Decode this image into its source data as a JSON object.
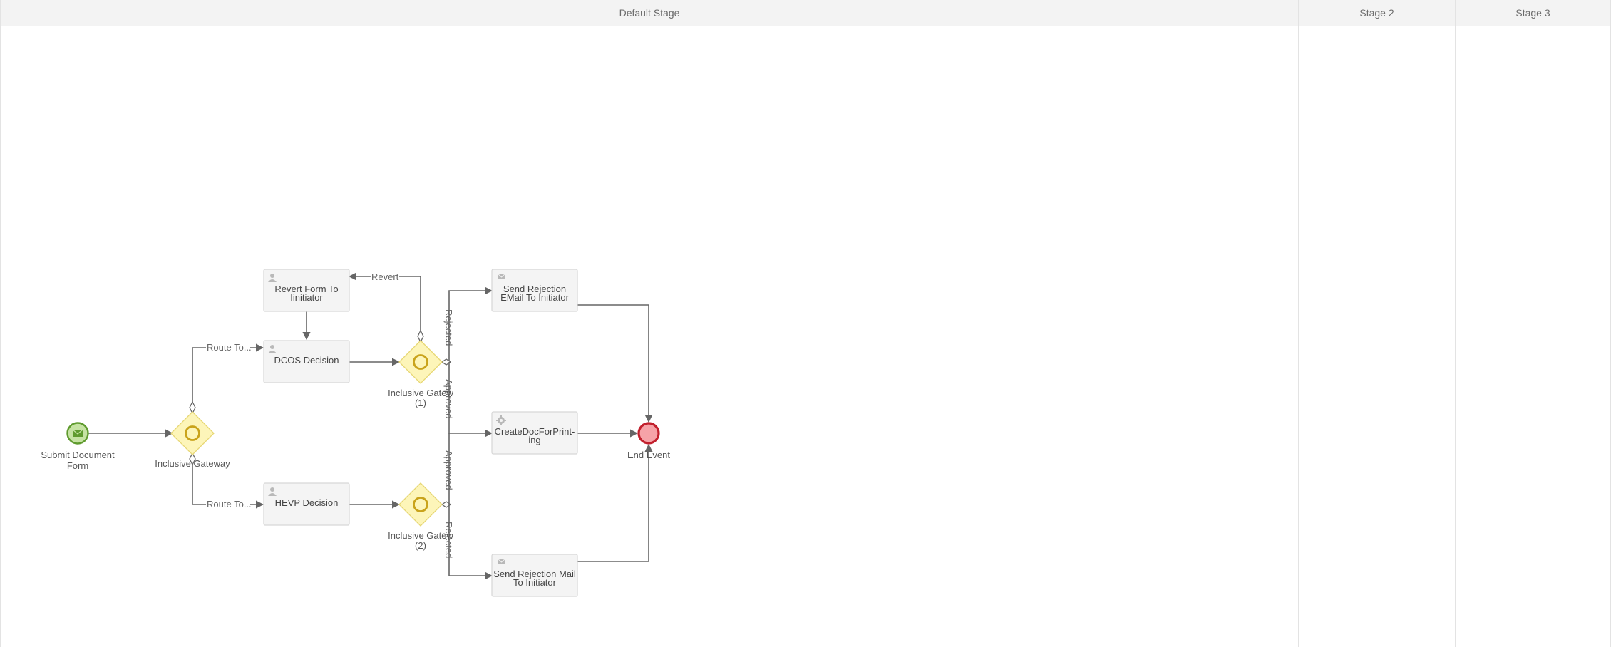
{
  "stages": [
    {
      "title": "Default Stage"
    },
    {
      "title": "Stage 2"
    },
    {
      "title": "Stage 3"
    }
  ],
  "nodes": {
    "start": {
      "label_line1": "Submit Document",
      "label_line2": "Form",
      "icon": "envelope-icon",
      "color": "#7ab648"
    },
    "gateway_main": {
      "label": "Inclusive Gateway",
      "color": "#fdf5b9"
    },
    "revert_form": {
      "line1": "Revert Form To",
      "line2": "Iinitiator",
      "icon": "user-icon"
    },
    "dcos": {
      "line1": "DCOS Decision",
      "icon": "user-icon"
    },
    "hevp": {
      "line1": "HEVP Decision",
      "icon": "user-icon"
    },
    "gateway_1": {
      "line1": "Inclusive Gatew",
      "line2": "(1)"
    },
    "gateway_2": {
      "line1": "Inclusive Gatew",
      "line2": "(2)"
    },
    "send_rejection_email": {
      "line1": "Send Rejection",
      "line2": "EMail To Initiator",
      "icon": "envelope-icon"
    },
    "create_doc": {
      "line1": "CreateDocForPrint-",
      "line2": "ing",
      "icon": "gear-icon"
    },
    "send_rejection_mail": {
      "line1": "Send Rejection Mail",
      "line2": "To Initiator",
      "icon": "envelope-icon"
    },
    "end": {
      "label": "End Event",
      "color": "#d9303b"
    }
  },
  "edges": {
    "route_top": "Route To...",
    "route_bottom": "Route To...",
    "revert": "Revert",
    "rejected_top": "Rejected",
    "approved_top": "Approved",
    "approved_bottom": "Approved",
    "rejected_bottom": "Rejected"
  }
}
